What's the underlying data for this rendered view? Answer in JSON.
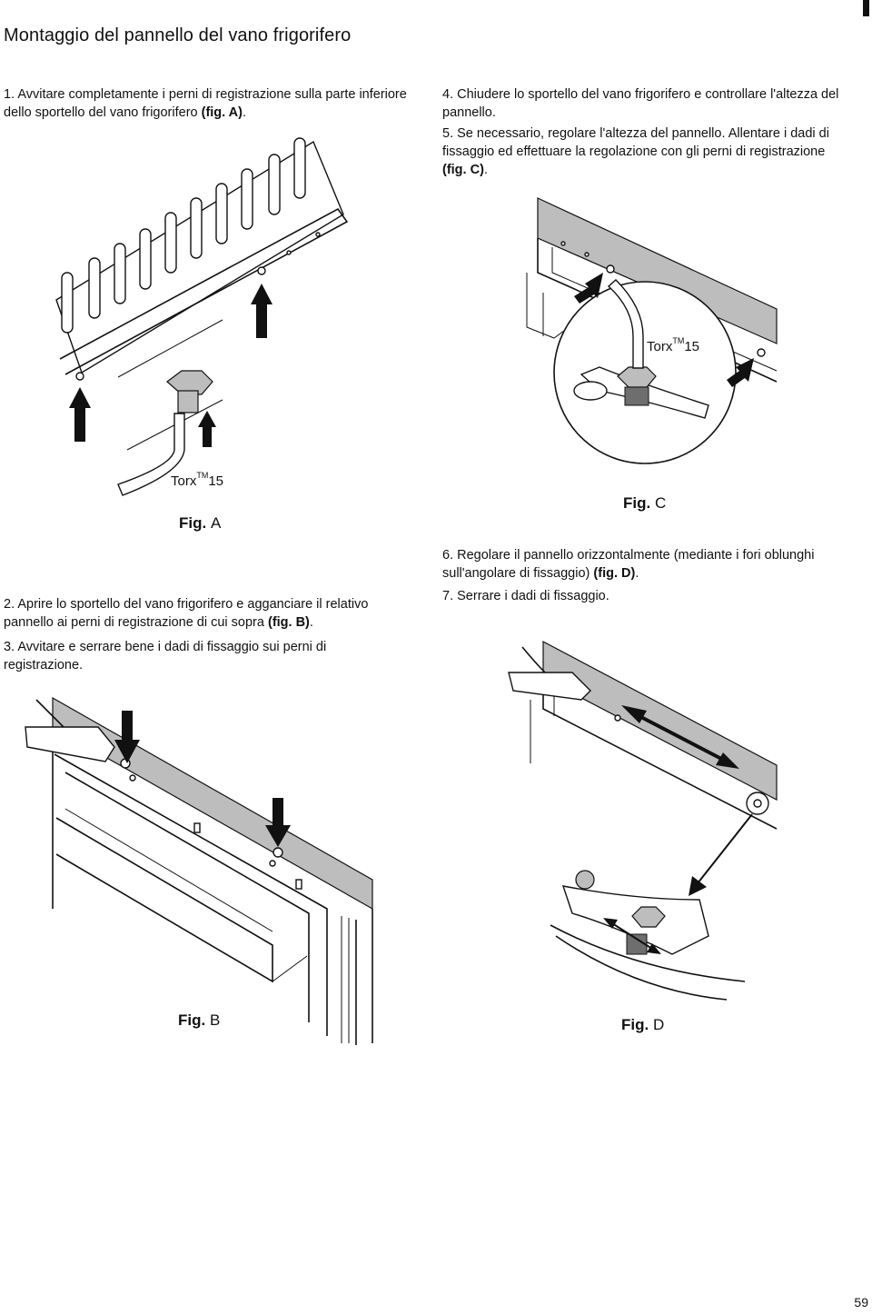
{
  "title": "Montaggio del pannello del vano frigorifero",
  "steps": {
    "s1": {
      "num": "1.",
      "text": "Avvitare completamente i perni di registrazione sulla parte inferiore dello sportello del vano frigorifero",
      "ref": "(fig. A)",
      "end": "."
    },
    "s4": {
      "num": "4.",
      "text": "Chiudere lo sportello del vano frigorifero e controllare l'altezza del pannello."
    },
    "s5": {
      "num": "5.",
      "text": "Se necessario, regolare l'altezza del pannello. Allentare i dadi di fissaggio ed effettuare la regolazione con gli perni di registrazione",
      "ref": "(fig. C)",
      "end": "."
    },
    "s2": {
      "num": "2.",
      "text": "Aprire lo sportello del vano frigorifero e agganciare il relativo pannello ai perni di registrazione di cui sopra",
      "ref": "(fig. B)",
      "end": "."
    },
    "s3": {
      "num": "3.",
      "text": "Avvitare e serrare bene i dadi di fissaggio sui perni di registrazione."
    },
    "s6": {
      "num": "6.",
      "text": "Regolare il pannello orizzontalmente (mediante i fori oblunghi sull'angolare di fissaggio)",
      "ref": "(fig. D)",
      "end": "."
    },
    "s7": {
      "num": "7.",
      "text": "Serrare i dadi di fissaggio."
    }
  },
  "figures": {
    "a": {
      "label": "Fig.",
      "letter": "A",
      "tool": "Torx",
      "tm": "TM",
      "size": "15"
    },
    "b": {
      "label": "Fig.",
      "letter": "B"
    },
    "c": {
      "label": "Fig.",
      "letter": "C",
      "tool": "Torx",
      "tm": "TM",
      "size": "15"
    },
    "d": {
      "label": "Fig.",
      "letter": "D"
    }
  },
  "page_number": "59",
  "icons": [
    "arrow-up-icon",
    "arrow-down-icon",
    "arrow-diagonal-icon",
    "double-arrow-icon",
    "torx-key-icon"
  ]
}
